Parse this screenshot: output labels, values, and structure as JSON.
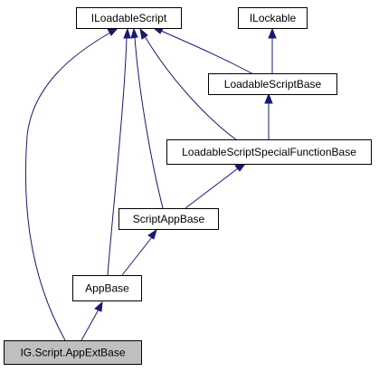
{
  "diagram": {
    "nodes": [
      {
        "id": "iloadablescript",
        "label": "ILoadableScript",
        "current": false
      },
      {
        "id": "ilockable",
        "label": "ILockable",
        "current": false
      },
      {
        "id": "loadablescriptbase",
        "label": "LoadableScriptBase",
        "current": false
      },
      {
        "id": "loadablescriptspecialfunctionbase",
        "label": "LoadableScriptSpecialFunctionBase",
        "current": false
      },
      {
        "id": "scriptappbase",
        "label": "ScriptAppBase",
        "current": false
      },
      {
        "id": "appbase",
        "label": "AppBase",
        "current": false
      },
      {
        "id": "appextbase",
        "label": "IG.Script.AppExtBase",
        "current": true
      }
    ],
    "edges": [
      {
        "from": "loadablescriptbase",
        "to": "iloadablescript"
      },
      {
        "from": "loadablescriptbase",
        "to": "ilockable"
      },
      {
        "from": "loadablescriptspecialfunctionbase",
        "to": "loadablescriptbase"
      },
      {
        "from": "loadablescriptspecialfunctionbase",
        "to": "iloadablescript"
      },
      {
        "from": "scriptappbase",
        "to": "loadablescriptspecialfunctionbase"
      },
      {
        "from": "scriptappbase",
        "to": "iloadablescript"
      },
      {
        "from": "appbase",
        "to": "scriptappbase"
      },
      {
        "from": "appbase",
        "to": "iloadablescript"
      },
      {
        "from": "appextbase",
        "to": "appbase"
      },
      {
        "from": "appextbase",
        "to": "iloadablescript"
      }
    ],
    "colors": {
      "edge": "#191970",
      "box_border": "#000000",
      "box_fill": "#ffffff",
      "current_fill": "#bfbfbf"
    }
  }
}
